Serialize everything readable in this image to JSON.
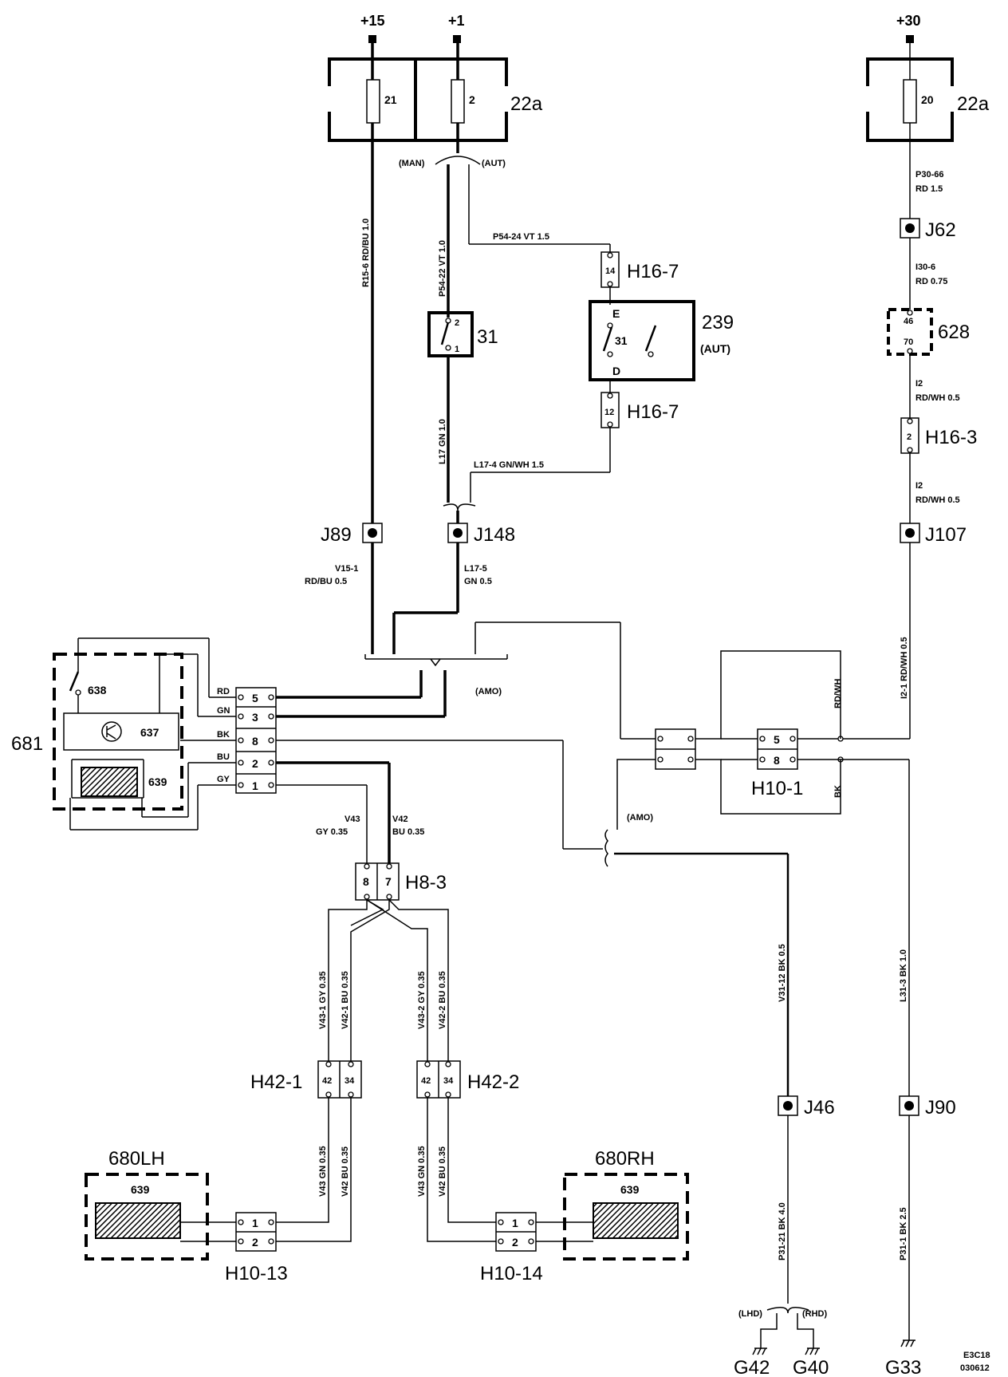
{
  "terminals": {
    "t15": "+15",
    "t1": "+1",
    "t30": "+30"
  },
  "fuseboxes": {
    "left_label": "22a",
    "right_label": "22a",
    "fuse21": "21",
    "fuse2": "2",
    "fuse20": "20"
  },
  "transmission": {
    "man": "(MAN)",
    "aut": "(AUT)"
  },
  "wires": {
    "r15": "R15-6  RD/BU  1.0",
    "p54_22": "P54-22  VT   1.0",
    "p54_24": "P54-24  VT    1.5",
    "l17": "L17   GN   1.0",
    "l17_4": "L17-4  GN/WH  1.5",
    "v15_1_a": "V15-1",
    "v15_1_b": "RD/BU  0.5",
    "l17_5_a": "L17-5",
    "l17_5_b": "GN    0.5",
    "p30_66_a": "P30-66",
    "p30_66_b": "RD 1.5",
    "i30_6_a": "I30-6",
    "i30_6_b": "RD  0.75",
    "i2_a1": "I2",
    "i2_a2": "RD/WH 0.5",
    "i2_b1": "I2",
    "i2_b2": "RD/WH 0.5",
    "i2_1": "I2-1  RD/WH  0.5",
    "rdwh": "RD/WH",
    "bk": "BK",
    "v43_a": "V43",
    "v43_b": "GY  0.35",
    "v42_a": "V42",
    "v42_b": "BU  0.35",
    "v43_1": "V43-1   GY   0.35",
    "v42_1": "V42-1   BU   0.35",
    "v43_2": "V43-2   GY   0.35",
    "v42_2": "V42-2   BU   0.35",
    "v43_lh": "V43   GN   0.35",
    "v42_lh": "V42   BU   0.35",
    "v43_rh": "V43   GN   0.35",
    "v42_rh": "V42   BU   0.35",
    "v31_12": "V31-12   BK   0.5",
    "l31_3": "L31-3   BK   1.0",
    "p31_21": "P31-21  BK   4.0",
    "p31_1": "P31-1  BK   2.5"
  },
  "components": {
    "c31": "31",
    "c239": "239",
    "c239_aut": "(AUT)",
    "sw_e": "E",
    "sw_d": "D",
    "sw_31": "31",
    "c628": "628",
    "c628_top": "46",
    "c628_bot": "70",
    "c681": "681",
    "c638": "638",
    "c637": "637",
    "c639": "639",
    "c680lh": "680LH",
    "c680rh": "680RH",
    "heater_lh": "639",
    "heater_rh": "639"
  },
  "connectors": {
    "h16_7a": "H16-7",
    "h16_7a_pin": "14",
    "h16_7b": "H16-7",
    "h16_7b_pin": "12",
    "h16_3": "H16-3",
    "h16_3_pin": "2",
    "h10_1": "H10-1",
    "h10_1_p5": "5",
    "h10_1_p8": "8",
    "h8_3": "H8-3",
    "h8_3_p8": "8",
    "h8_3_p7": "7",
    "h42_1": "H42-1",
    "h42_1_p42": "42",
    "h42_1_p34": "34",
    "h42_2": "H42-2",
    "h42_2_p42": "42",
    "h42_2_p34": "34",
    "h10_13": "H10-13",
    "h10_13_p1": "1",
    "h10_13_p2": "2",
    "h10_14": "H10-14",
    "h10_14_p1": "1",
    "h10_14_p2": "2",
    "c681_pins": [
      "5",
      "3",
      "8",
      "2",
      "1"
    ],
    "c681_colors": [
      "RD",
      "GN",
      "BK",
      "BU",
      "GY"
    ]
  },
  "junctions": {
    "j89": "J89",
    "j148": "J148",
    "j62": "J62",
    "j107": "J107",
    "j46": "J46",
    "j90": "J90"
  },
  "notes": {
    "amo1": "(AMO)",
    "amo2": "(AMO)",
    "lhd": "(LHD)",
    "rhd": "(RHD)"
  },
  "grounds": {
    "g42": "G42",
    "g40": "G40",
    "g33": "G33"
  },
  "drawing_code": {
    "line1": "E3C18",
    "line2": "030612"
  }
}
